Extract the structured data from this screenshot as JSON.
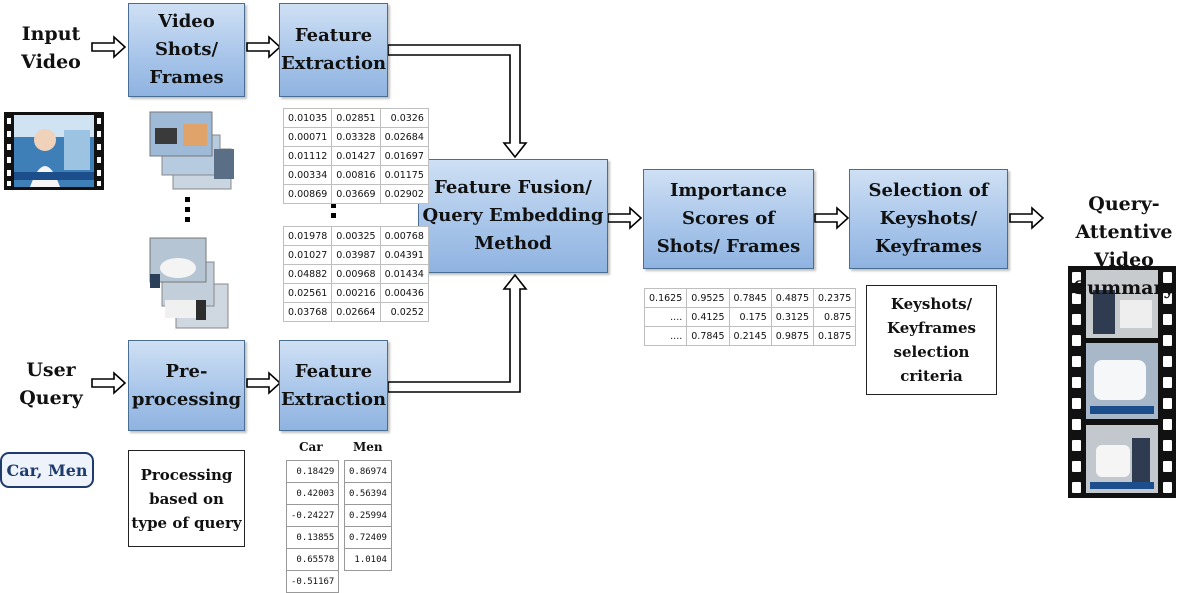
{
  "labels": {
    "input_video": "Input\nVideo",
    "user_query": "User\nQuery",
    "summary": "Query-Attentive\nVideo Summary"
  },
  "boxes": {
    "video_shots": "Video\nShots/\nFrames",
    "feat_extract_top": "Feature\nExtraction",
    "preprocessing": "Pre-\nprocessing",
    "feat_extract_bottom": "Feature\nExtraction",
    "fusion": "Feature Fusion/\nQuery Embedding\nMethod",
    "importance": "Importance\nScores of\nShots/ Frames",
    "selection": "Selection  of\nKeyshots/\nKeyframes"
  },
  "notes": {
    "query_processing": "Processing\nbased on\ntype of query",
    "keyshot_criteria": "Keyshots/\nKeyframes\nselection\ncriteria"
  },
  "query_tag": "Car, Men",
  "feature_table_top": [
    [
      "0.01035",
      "0.02851",
      "0.0326"
    ],
    [
      "0.00071",
      "0.03328",
      "0.02684"
    ],
    [
      "0.01112",
      "0.01427",
      "0.01697"
    ],
    [
      "0.00334",
      "0.00816",
      "0.01175"
    ],
    [
      "0.00869",
      "0.03669",
      "0.02902"
    ]
  ],
  "feature_table_bottom": [
    [
      "0.01978",
      "0.00325",
      "0.00768"
    ],
    [
      "0.01027",
      "0.03987",
      "0.04391"
    ],
    [
      "0.04882",
      "0.00968",
      "0.01434"
    ],
    [
      "0.02561",
      "0.00216",
      "0.00436"
    ],
    [
      "0.03768",
      "0.02664",
      "0.0252"
    ]
  ],
  "score_table": [
    [
      "0.1625",
      "0.9525",
      "0.7845",
      "0.4875",
      "0.2375"
    ],
    [
      "....",
      "0.4125",
      "0.175",
      "0.3125",
      "0.875"
    ],
    [
      "....",
      "0.7845",
      "0.2145",
      "0.9875",
      "0.1875"
    ]
  ],
  "query_vectors": {
    "car_header": "Car",
    "men_header": "Men",
    "car": [
      "0.18429",
      "0.42003",
      "-0.24227",
      "0.13855",
      "0.65578",
      "-0.51167"
    ],
    "men": [
      "0.86974",
      "0.56394",
      "0.25994",
      "0.72409",
      "1.0104"
    ]
  },
  "colors": {
    "box_fill": "#a9c6ea",
    "box_border": "#4a6d94",
    "tag_border": "#1f3b6b"
  },
  "icons": [
    "hollow-arrow-icon",
    "film-strip-icon",
    "frame-stack-icon"
  ]
}
